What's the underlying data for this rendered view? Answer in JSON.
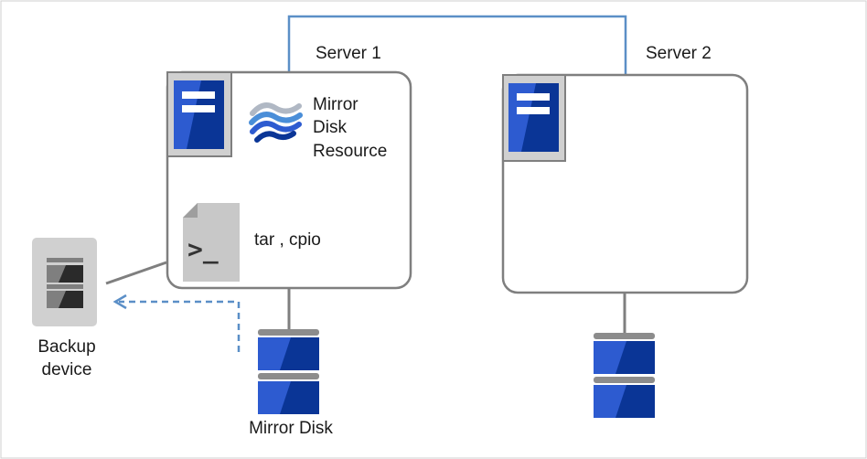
{
  "server1": {
    "title": "Server 1"
  },
  "server2": {
    "title": "Server 2"
  },
  "resource": {
    "line1": "Mirror",
    "line2": "Disk",
    "line3": "Resource"
  },
  "script": {
    "label": "tar , cpio",
    "prompt": ">_"
  },
  "backup": {
    "line1": "Backup",
    "line2": "device"
  },
  "mirror_disk": {
    "label": "Mirror Disk"
  },
  "colors": {
    "network_line": "#5b8fc7",
    "border": "#7f7f7f",
    "connector": "#7f7f7f",
    "disk_blue": "#2d5bd0",
    "disk_dark": "#0a3596",
    "disk_cap": "#8c8c8c",
    "server_bg": "#d0d0d0",
    "dashed_arrow": "#5b8fc7"
  },
  "icons": {
    "server_icon": "server-icon",
    "mirror_resource_icon": "mirror-disk-resource-icon",
    "script_icon": "script-file-icon",
    "backup_icon": "backup-device-icon",
    "disk_icon": "disk-icon"
  }
}
